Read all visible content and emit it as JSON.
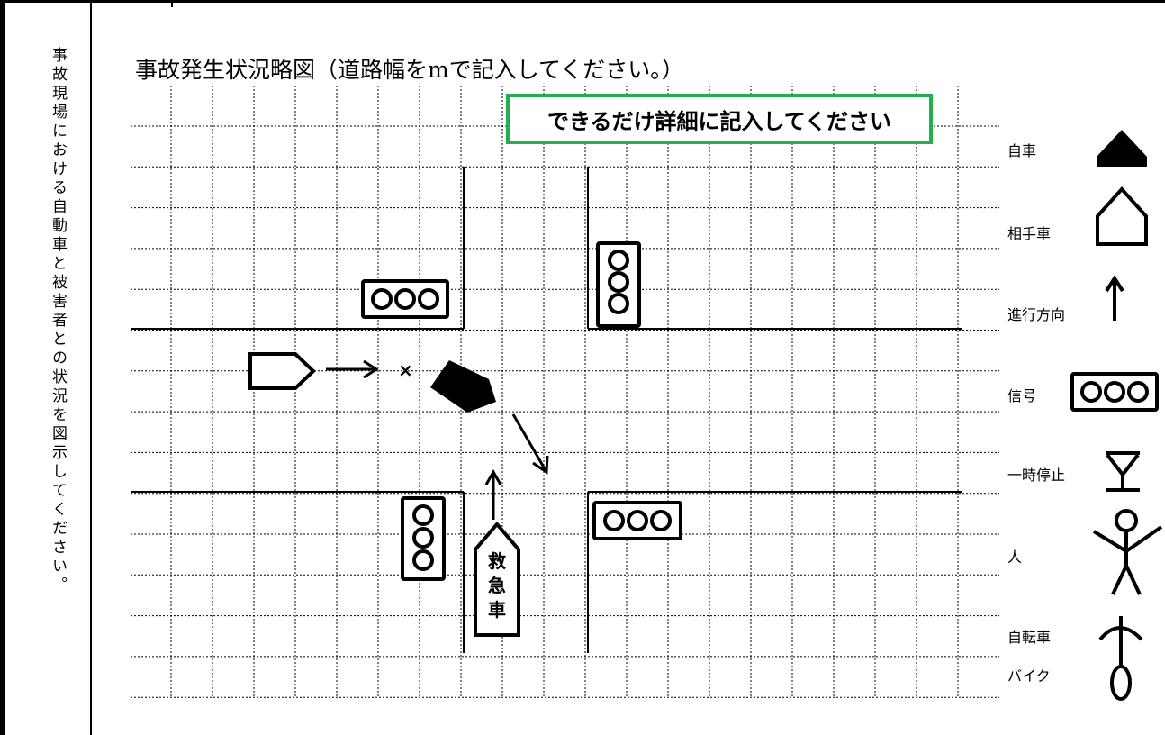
{
  "side_label": "事故現場における自動車と被害者との状況を図示してください。",
  "title": "事故発生状況略図（道路幅をmで記入してください。）",
  "note": "できるだけ詳細に記入してください",
  "ambulance": {
    "label": "救急車",
    "chars": [
      "救",
      "急",
      "車"
    ]
  },
  "collision_mark": "×",
  "legend": {
    "own_car": {
      "label": "自車",
      "icon": "filled-car-icon"
    },
    "other_car": {
      "label": "相手車",
      "icon": "outline-car-icon"
    },
    "direction": {
      "label": "進行方向",
      "icon": "up-arrow-icon"
    },
    "signal": {
      "label": "信号",
      "icon": "traffic-signal-icon"
    },
    "stop": {
      "label": "一時停止",
      "icon": "stop-sign-icon"
    },
    "person": {
      "label": "人",
      "icon": "person-icon"
    },
    "bicycle": {
      "label": "自転車",
      "icon": "bicycle-icon"
    },
    "bike": {
      "label": "バイク",
      "icon": "bicycle-icon"
    }
  },
  "colors": {
    "note_border": "#20b050",
    "ink": "#000000"
  }
}
